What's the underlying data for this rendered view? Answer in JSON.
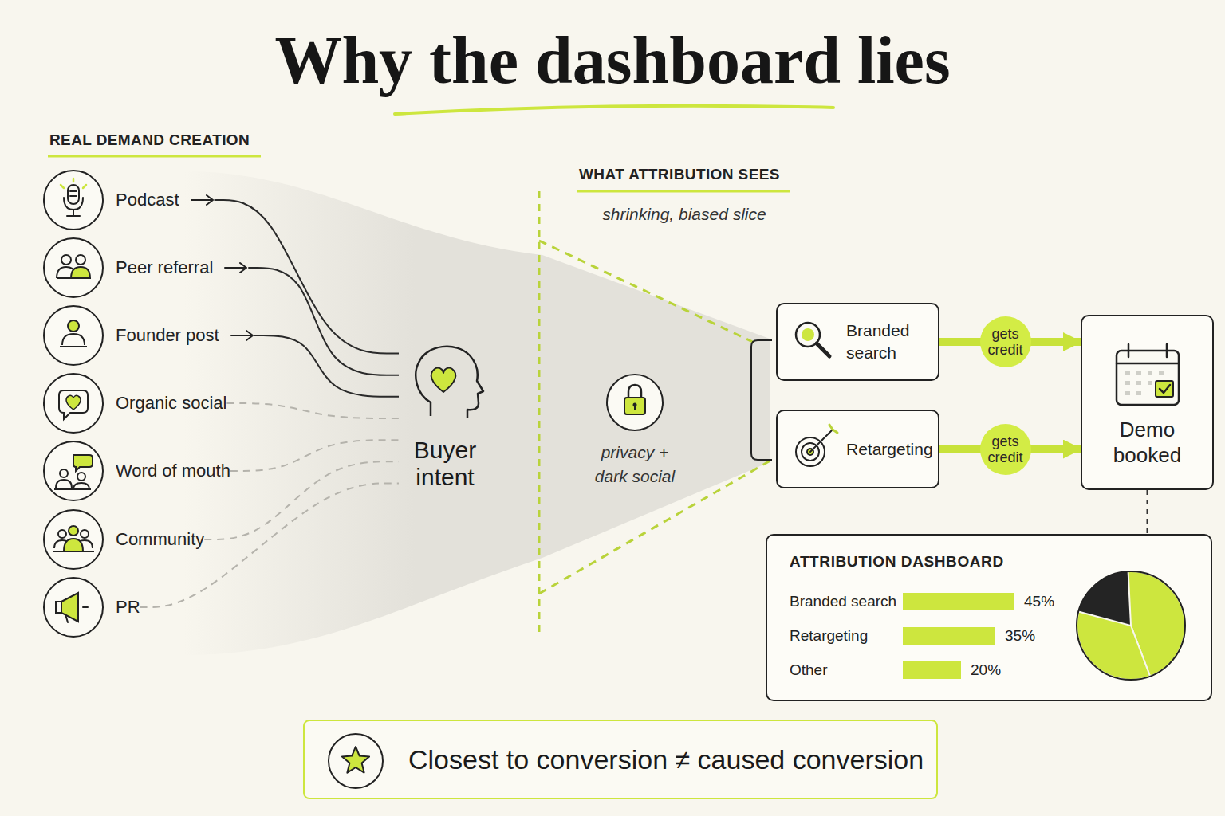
{
  "diagram": {
    "title": "Why the dashboard lies",
    "nodes": [
      {
        "text": [
          "Podcast"
        ]
      },
      {
        "text": [
          "Peer referral"
        ]
      },
      {
        "text": [
          "Founder post"
        ]
      },
      {
        "text": [
          "Organic social"
        ]
      },
      {
        "text": [
          "Word of mouth"
        ]
      },
      {
        "text": [
          "Community"
        ]
      },
      {
        "text": [
          "PR"
        ]
      },
      {
        "text": [
          "Buyer intent"
        ]
      },
      {
        "text": [
          "Branded search"
        ]
      },
      {
        "text": [
          "Retargeting"
        ]
      },
      {
        "text": [
          "Demo booked"
        ]
      },
      {
        "text": [
          "ATTRIBUTION DASHBOARD"
        ]
      },
      {
        "text": [
          "Closest to conversion ≠ caused conversion"
        ]
      }
    ],
    "edges": [
      {
        "from": 0,
        "to": 7,
        "arrow": "none"
      },
      {
        "from": 1,
        "to": 7,
        "arrow": "none"
      },
      {
        "from": 2,
        "to": 7,
        "arrow": "none"
      },
      {
        "from": 3,
        "to": 7,
        "arrow": "none"
      },
      {
        "from": 4,
        "to": 7,
        "arrow": "none"
      },
      {
        "from": 5,
        "to": 7,
        "arrow": "none"
      },
      {
        "from": 6,
        "to": 7,
        "arrow": "none"
      },
      {
        "from": 8,
        "to": 10,
        "label": "gets credit",
        "arrow": "to"
      },
      {
        "from": 9,
        "to": 10,
        "label": "gets credit",
        "arrow": "to"
      },
      {
        "from": 10,
        "to": 11,
        "arrow": "none"
      }
    ],
    "labels": [
      "REAL DEMAND CREATION",
      "WHAT ATTRIBUTION SEES",
      "shrinking, biased slice",
      "privacy + dark social",
      "Branded search",
      "45%",
      "Retargeting",
      "35%",
      "Other",
      "20%"
    ]
  }
}
